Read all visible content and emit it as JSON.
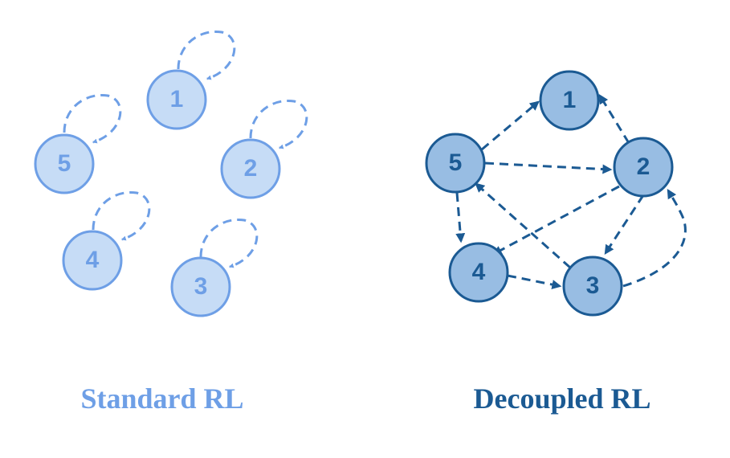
{
  "colors": {
    "standard_fill": "#c6dcf6",
    "standard_stroke": "#6e9fe6",
    "standard_text": "#6e9fe6",
    "decoupled_fill": "#98bde3",
    "decoupled_stroke": "#1b5a93",
    "decoupled_text": "#1b5a93",
    "background": "#ffffff"
  },
  "standard": {
    "caption": "Standard RL",
    "nodes": [
      {
        "id": "s1",
        "label": "1"
      },
      {
        "id": "s2",
        "label": "2"
      },
      {
        "id": "s3",
        "label": "3"
      },
      {
        "id": "s4",
        "label": "4"
      },
      {
        "id": "s5",
        "label": "5"
      }
    ],
    "edges": [
      {
        "from": "1",
        "to": "1",
        "style": "dashed",
        "kind": "self-loop"
      },
      {
        "from": "2",
        "to": "2",
        "style": "dashed",
        "kind": "self-loop"
      },
      {
        "from": "3",
        "to": "3",
        "style": "dashed",
        "kind": "self-loop"
      },
      {
        "from": "4",
        "to": "4",
        "style": "dashed",
        "kind": "self-loop"
      },
      {
        "from": "5",
        "to": "5",
        "style": "dashed",
        "kind": "self-loop"
      }
    ]
  },
  "decoupled": {
    "caption": "Decoupled RL",
    "nodes": [
      {
        "id": "d1",
        "label": "1"
      },
      {
        "id": "d2",
        "label": "2"
      },
      {
        "id": "d3",
        "label": "3"
      },
      {
        "id": "d4",
        "label": "4"
      },
      {
        "id": "d5",
        "label": "5"
      }
    ],
    "edges": [
      {
        "from": "5",
        "to": "1",
        "style": "dashed"
      },
      {
        "from": "2",
        "to": "1",
        "style": "dashed"
      },
      {
        "from": "5",
        "to": "2",
        "style": "dashed"
      },
      {
        "from": "5",
        "to": "4",
        "style": "dashed"
      },
      {
        "from": "2",
        "to": "4",
        "style": "dashed"
      },
      {
        "from": "2",
        "to": "3",
        "style": "dashed"
      },
      {
        "from": "3",
        "to": "5",
        "style": "dashed"
      },
      {
        "from": "4",
        "to": "3",
        "style": "dashed"
      },
      {
        "from": "3",
        "to": "2",
        "style": "dashed",
        "kind": "curved"
      }
    ]
  }
}
